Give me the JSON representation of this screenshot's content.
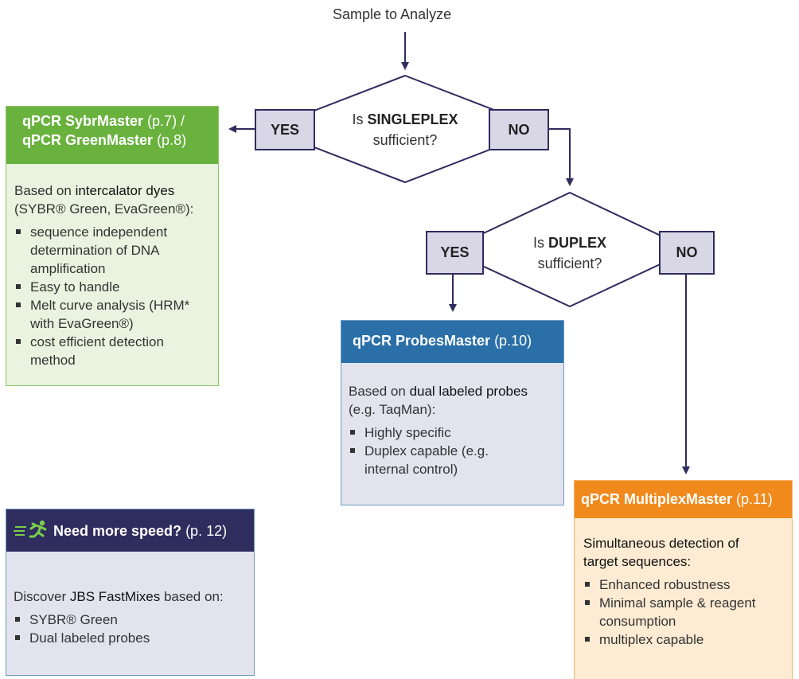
{
  "top_label": "Sample to Analyze",
  "decision1": {
    "prefix": "Is ",
    "keyword": "SINGLEPLEX",
    "suffix": "sufficient?",
    "yes": "YES",
    "no": "NO"
  },
  "decision2": {
    "prefix": "Is ",
    "keyword": "DUPLEX",
    "suffix": "sufficient?",
    "yes": "YES",
    "no": "NO"
  },
  "sybr": {
    "title1": "qPCR SybrMaster",
    "page1": " (p.7) /",
    "title2": "qPCR GreenMaster",
    "page2": " (p.8)",
    "intro_a": "Based on ",
    "intro_b": "intercalator dyes",
    "intro_c": "(SYBR® Green, EvaGreen®):",
    "items": [
      "sequence independent determination of DNA amplification",
      "Easy to handle",
      "Melt curve analysis (HRM* with EvaGreen®)",
      "cost efficient detection method"
    ],
    "head_color": "#6ab23e",
    "body_color": "#eaf3df"
  },
  "probes": {
    "title": "qPCR ProbesMaster",
    "page": " (p.10)",
    "intro_a": "Based on ",
    "intro_b": "dual labeled probes",
    "intro_c": "(e.g. TaqMan):",
    "items": [
      "Highly specific",
      "Duplex capable (e.g. internal control)"
    ],
    "head_color": "#2a6fa8",
    "body_color": "#e3e3ee"
  },
  "multiplex": {
    "title": "qPCR MultiplexMaster",
    "page": " (p.11)",
    "intro": "Simultaneous detection of target sequences:",
    "items": [
      "Enhanced robustness",
      "Minimal sample & reagent consumption",
      "multiplex capable"
    ],
    "head_color": "#f08a1d",
    "body_color": "#fdebd3"
  },
  "speed": {
    "title": "Need more speed?",
    "page": " (p. 12)",
    "icon": "running-person-icon",
    "intro_a": "Discover ",
    "intro_b": "JBS FastMixes",
    "intro_c": " based on:",
    "items": [
      "SYBR® Green",
      "Dual labeled probes"
    ],
    "head_color": "#2f2c5e",
    "body_color": "#e3e3ee"
  },
  "colors": {
    "line": "#2f2c5e",
    "tag_fill": "#d9d7e6"
  }
}
